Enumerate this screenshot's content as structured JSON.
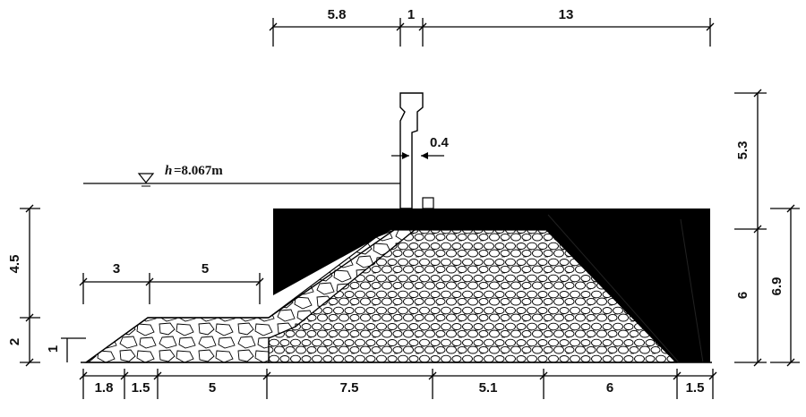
{
  "top_dimensions": [
    "5.8",
    "1",
    "13"
  ],
  "right_dimensions": {
    "wall_height": "5.3",
    "lower": "6",
    "total": "6.9"
  },
  "left_dimensions": {
    "upper": "4.5",
    "mid": "2",
    "small": "1"
  },
  "berm_dimensions": [
    "3",
    "5"
  ],
  "bottom_dimensions": [
    "1.8",
    "1.5",
    "5",
    "7.5",
    "5.1",
    "6",
    "1.5"
  ],
  "wall_thickness": "0.4",
  "water_level": {
    "symbol": "h",
    "value": "=8.067m"
  },
  "colors": {
    "ink": "#000000",
    "fill": "#000000",
    "background": "#ffffff"
  }
}
